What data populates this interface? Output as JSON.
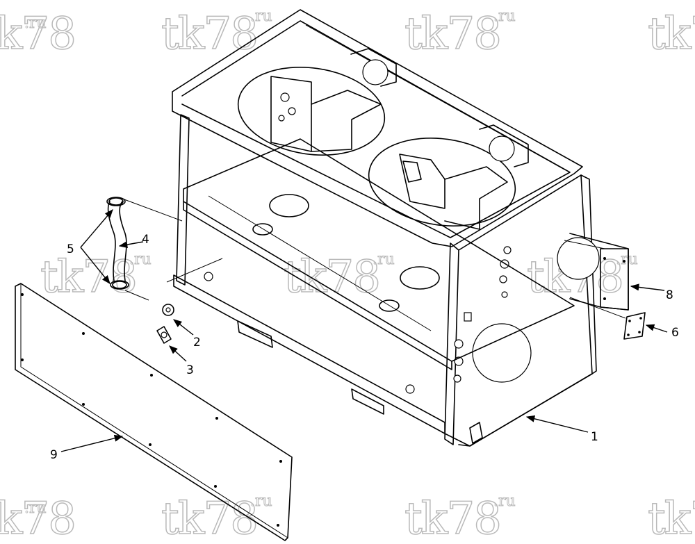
{
  "watermark": {
    "text": "tk78",
    "suffix": ".ru"
  },
  "callouts": [
    {
      "id": "1",
      "label": "1"
    },
    {
      "id": "2",
      "label": "2"
    },
    {
      "id": "3",
      "label": "3"
    },
    {
      "id": "4",
      "label": "4"
    },
    {
      "id": "5",
      "label": "5"
    },
    {
      "id": "6",
      "label": "6"
    },
    {
      "id": "8",
      "label": "8"
    },
    {
      "id": "9",
      "label": "9"
    }
  ],
  "colors": {
    "line": "#000000",
    "watermark": "#b9b9b9",
    "background": "#ffffff"
  }
}
